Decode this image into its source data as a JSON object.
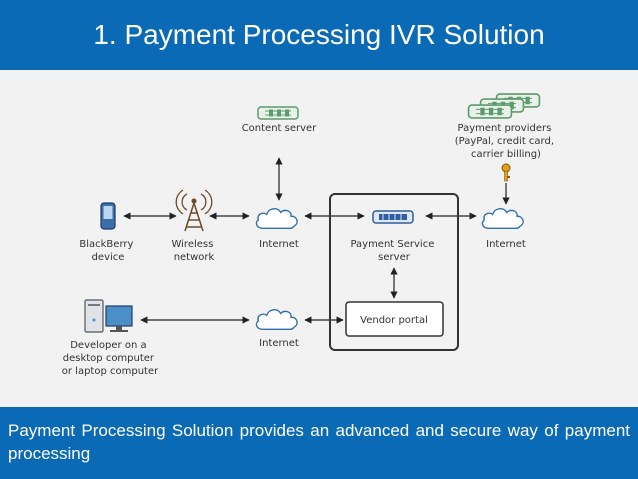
{
  "title": "1. Payment Processing IVR Solution",
  "caption": "Payment Processing Solution provides an advanced and secure way of payment processing",
  "colors": {
    "header_bg": "#0b6ab5",
    "panel_bg": "#f2f2f2",
    "server_green": "#5f9a6e",
    "server_blue": "#2f5d9e",
    "monitor_blue": "#4a8fc8",
    "key_orange": "#e0a020"
  },
  "diagram": {
    "content_server": "Content server",
    "payment_providers": [
      "Payment providers",
      "(PayPal, credit card,",
      "carrier billing)"
    ],
    "blackberry": [
      "BlackBerry",
      "device"
    ],
    "wireless": [
      "Wireless",
      "network"
    ],
    "internet_1": "Internet",
    "payment_service_server": [
      "Payment Service",
      "server"
    ],
    "internet_2": "Internet",
    "vendor_portal": "Vendor portal",
    "internet_3": "Internet",
    "developer": [
      "Developer on a",
      "desktop computer",
      "or laptop computer"
    ]
  }
}
